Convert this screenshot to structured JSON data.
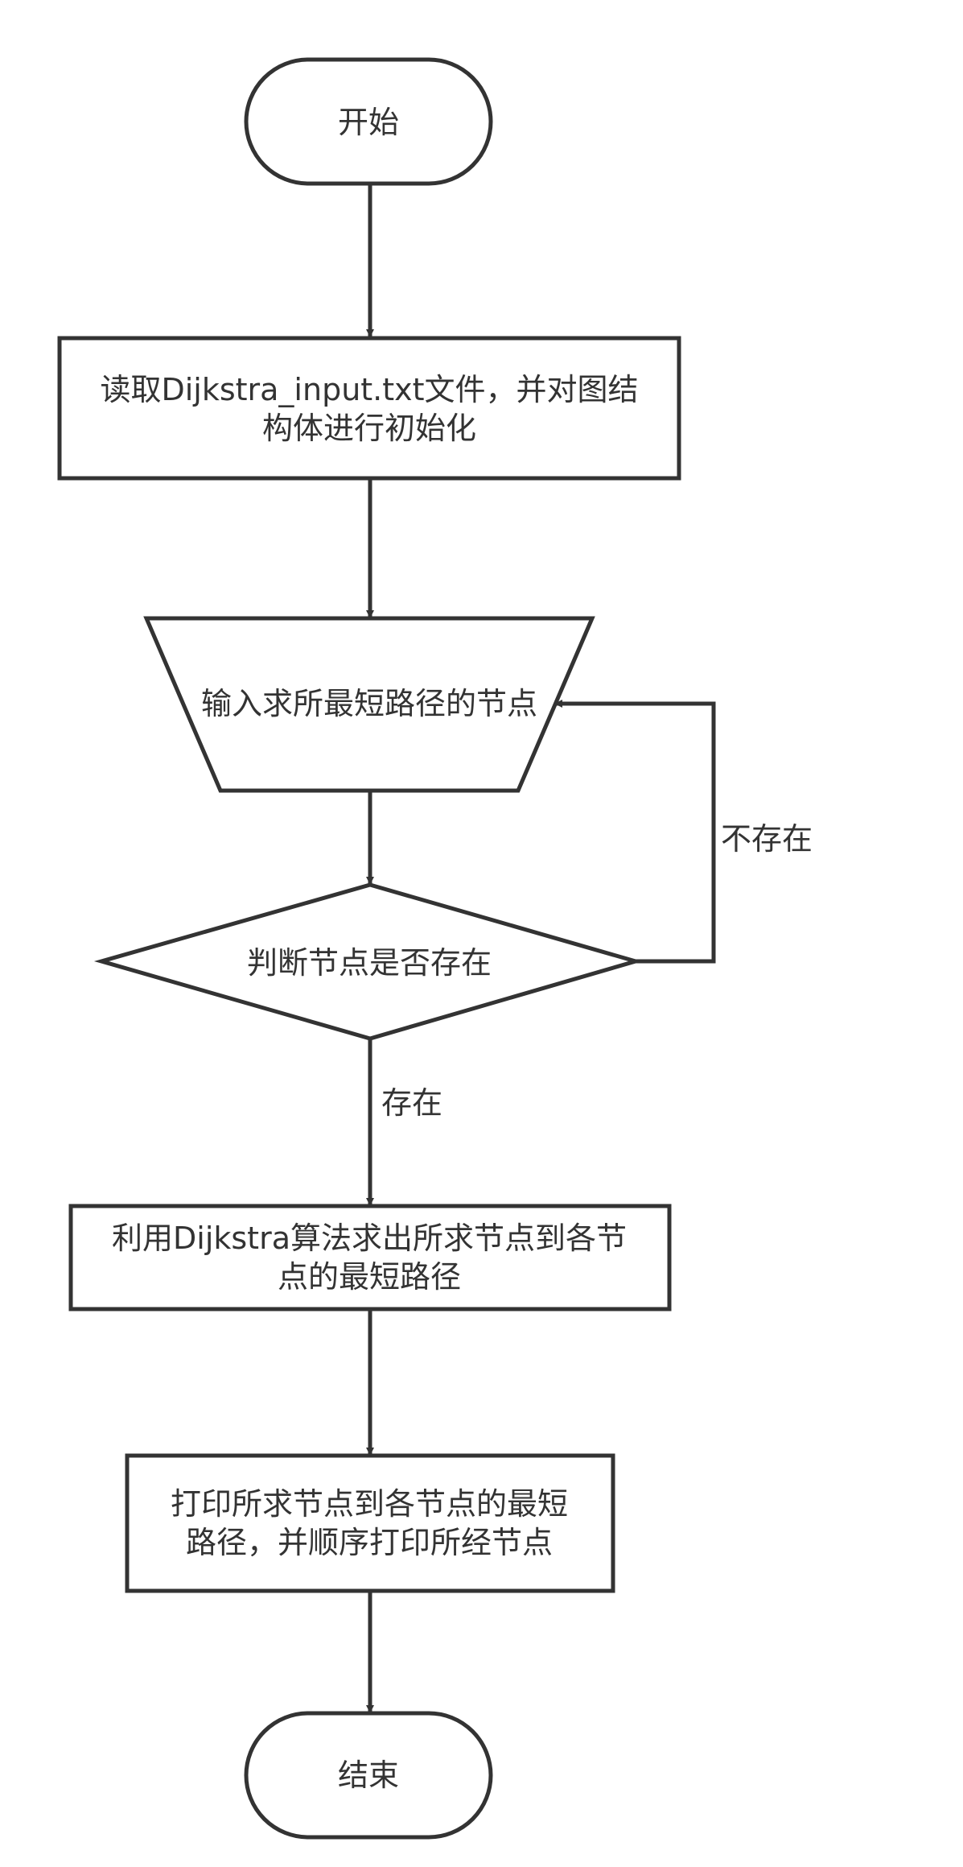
{
  "diagram": {
    "colors": {
      "stroke": "#333333",
      "text": "#333333",
      "background": "#ffffff"
    },
    "nodes": {
      "start": {
        "label": "开始"
      },
      "read": {
        "label": "读取Dijkstra_input.txt文件，并对图结\n构体进行初始化"
      },
      "input": {
        "label": "输入求所最短路径的节点"
      },
      "check": {
        "label": "判断节点是否存在"
      },
      "compute": {
        "label": "利用Dijkstra算法求出所求节点到各节\n点的最短路径"
      },
      "print": {
        "label": "打印所求节点到各节点的最短\n路径，并顺序打印所经节点"
      },
      "end": {
        "label": "结束"
      }
    },
    "edges": {
      "not_exist": {
        "label": "不存在"
      },
      "exist": {
        "label": "存在"
      }
    }
  }
}
